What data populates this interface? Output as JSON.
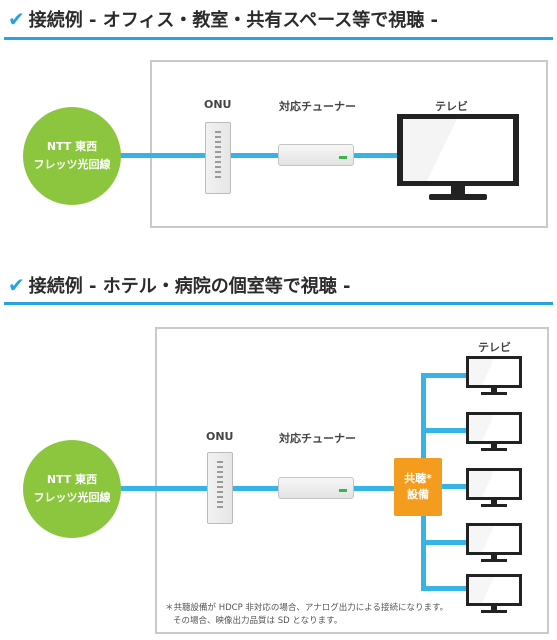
{
  "section1": {
    "title": "接続例 - オフィス・教室・共有スペース等で視聴 -",
    "circle_line1": "NTT 東西",
    "circle_line2": "フレッツ光回線",
    "onu_label": "ONU",
    "tuner_label": "対応チューナー",
    "tv_label": "テレビ"
  },
  "section2": {
    "title": "接続例 - ホテル・病院の個室等で視聴 -",
    "circle_line1": "NTT 東西",
    "circle_line2": "フレッツ光回線",
    "onu_label": "ONU",
    "tuner_label": "対応チューナー",
    "tv_label": "テレビ",
    "combiner_line1": "共聴*",
    "combiner_line2": "設備",
    "note_line1": "＊共聴設備が HDCP 非対応の場合、アナログ出力による接続になります。",
    "note_line2": "その場合、映像出力品質は SD となります。"
  },
  "icons": {
    "check": "check-icon",
    "onu": "onu-device-icon",
    "tuner": "tuner-device-icon",
    "tv": "tv-icon"
  },
  "colors": {
    "accent_blue": "#29a3e0",
    "cable_blue": "#36b4e6",
    "circle_green": "#8cc63f",
    "combiner_orange": "#f39c1e"
  }
}
